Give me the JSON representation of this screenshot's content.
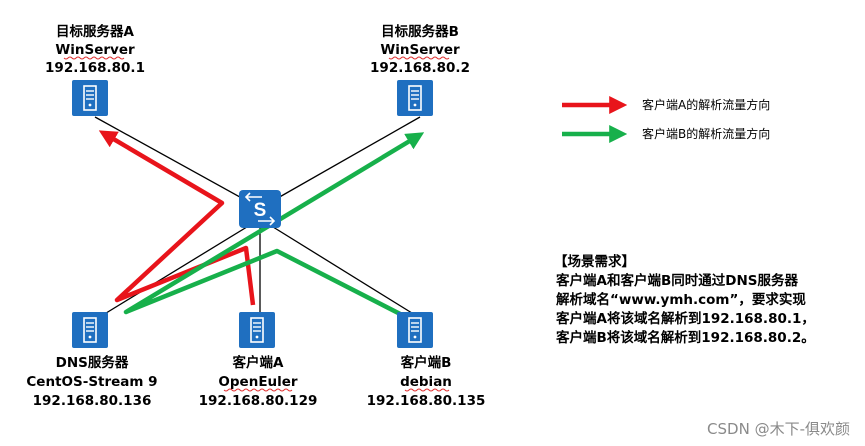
{
  "nodes": {
    "target_a": {
      "line1": "目标服务器A",
      "line2": "WinServer",
      "line3": "192.168.80.1"
    },
    "target_b": {
      "line1": "目标服务器B",
      "line2": "WinServer",
      "line3": "192.168.80.2"
    },
    "dns": {
      "line1": "DNS服务器",
      "line2": "CentOS-Stream 9",
      "line3": "192.168.80.136"
    },
    "client_a": {
      "line1": "客户端A",
      "line2": "OpenEuler",
      "line3": "192.168.80.129"
    },
    "client_b": {
      "line1": "客户端B",
      "line2": "debian",
      "line3": "192.168.80.135"
    },
    "switch": {
      "glyph": "S"
    }
  },
  "legend": {
    "red": {
      "label": "客户端A的解析流量方向",
      "color": "#e8141b"
    },
    "green": {
      "label": "客户端B的解析流量方向",
      "color": "#17b04b"
    }
  },
  "requirements": {
    "title": "【场景需求】",
    "lines": [
      "客户端A和客户端B同时通过DNS服务器",
      "解析域名“www.ymh.com”，要求实现",
      "客户端A将该域名解析到192.168.80.1，",
      "客户端B将该域名解析到192.168.80.2。"
    ]
  },
  "watermark": "CSDN @木下-俱欢颜",
  "colors": {
    "server_fill": "#1f6fc0",
    "server_inner": "#ffffff",
    "link": "#000000",
    "squiggle": "#e03030"
  }
}
